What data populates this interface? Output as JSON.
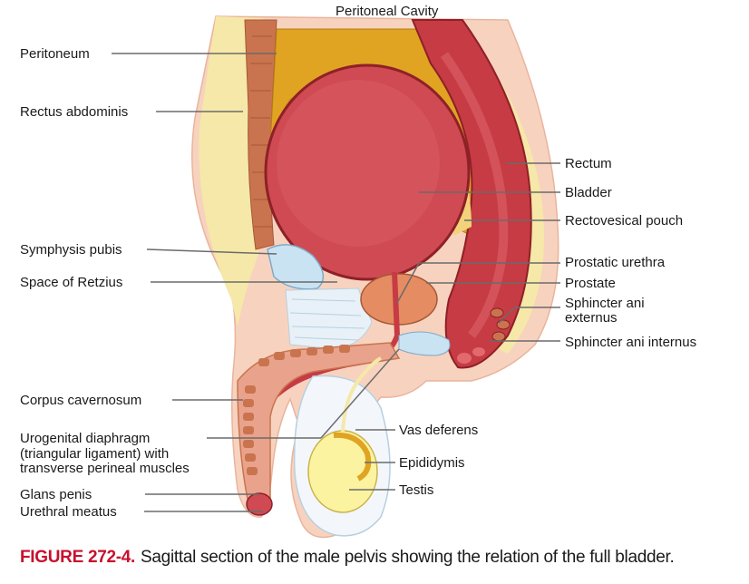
{
  "labels": {
    "peritoneal_cavity": "Peritoneal Cavity",
    "peritoneum": "Peritoneum",
    "rectus_abdominis": "Rectus abdominis",
    "symphysis_pubis": "Symphysis pubis",
    "space_of_retzius": "Space of Retzius",
    "corpus_cavernosum": "Corpus cavernosum",
    "urogenital_line1": "Urogenital diaphragm",
    "urogenital_line2": "(triangular ligament) with",
    "urogenital_line3": "transverse perineal muscles",
    "glans_penis": "Glans penis",
    "urethral_meatus": "Urethral meatus",
    "rectum": "Rectum",
    "bladder": "Bladder",
    "rectovesical_pouch": "Rectovesical pouch",
    "prostatic_urethra": "Prostatic urethra",
    "prostate": "Prostate",
    "sphincter_ext_line1": "Sphincter ani",
    "sphincter_ext_line2": "externus",
    "sphincter_ani_internus": "Sphincter ani internus",
    "vas_deferens": "Vas deferens",
    "epididymis": "Epididymis",
    "testis": "Testis"
  },
  "caption": {
    "figure_number": "FIGURE 272-4.",
    "text": "Sagittal section of the male pelvis showing the relation of the full bladder."
  },
  "colors": {
    "skin": "#f7d3bf",
    "fat": "#f6e8a8",
    "muscle": "#c9744f",
    "bladder": "#cf4a52",
    "rectum": "#c63b44",
    "peritoneal_cavity": "#e0a322",
    "symphysis": "#c9e3f3",
    "prostate": "#e58c62",
    "testis": "#fbf3a0",
    "caption_accent": "#c8102e"
  }
}
